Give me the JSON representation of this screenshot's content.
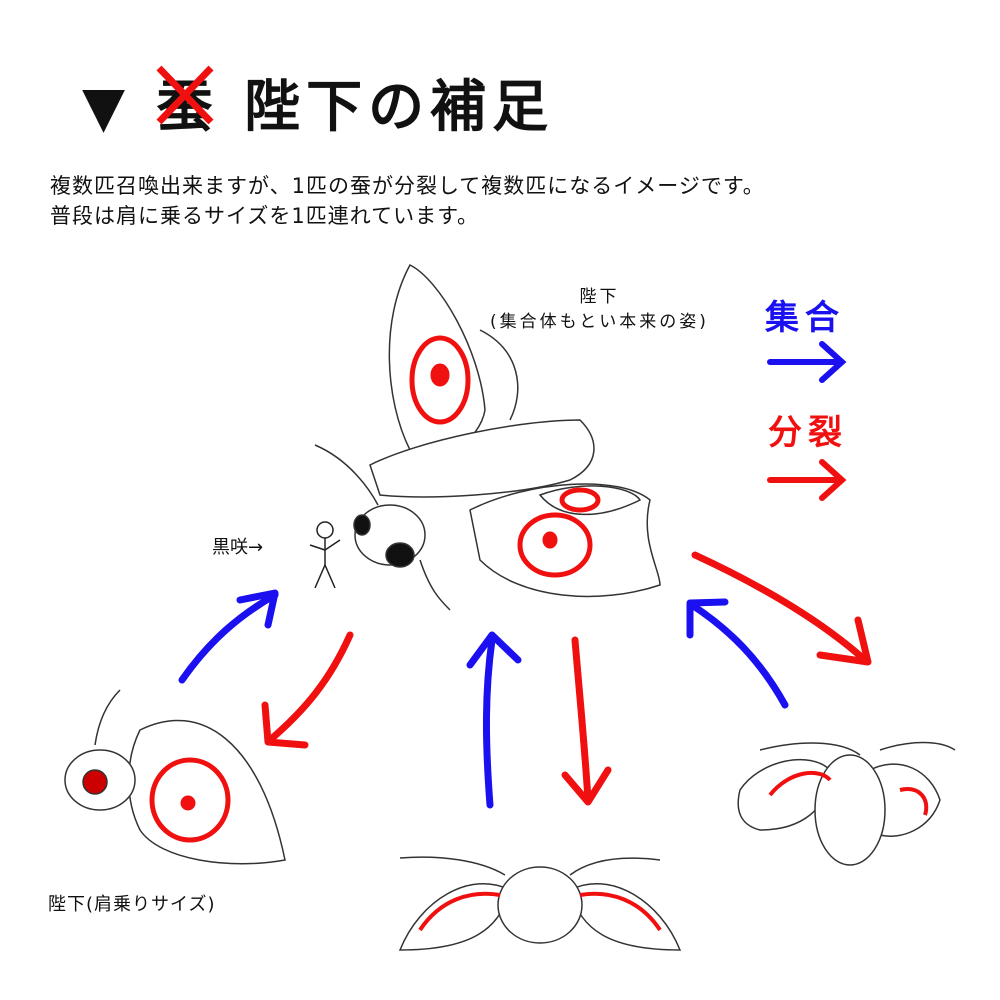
{
  "title": {
    "marker": "▼",
    "crossed_word": "蚕",
    "text": "陛下の補足"
  },
  "description": [
    "複数匹召喚出来ますが、1匹の蚕が分裂して複数匹になるイメージです。",
    "普段は肩に乗るサイズを1匹連れています。"
  ],
  "main_moth": {
    "name": "陛下",
    "note": "(集合体もとい本来の姿)"
  },
  "legend": {
    "gather": "集合",
    "split": "分裂",
    "gather_color": "#1a10f0",
    "split_color": "#f01010"
  },
  "kurosaki_label": "黒咲→",
  "small_moth_label": "陛下(肩乗りサイズ)"
}
